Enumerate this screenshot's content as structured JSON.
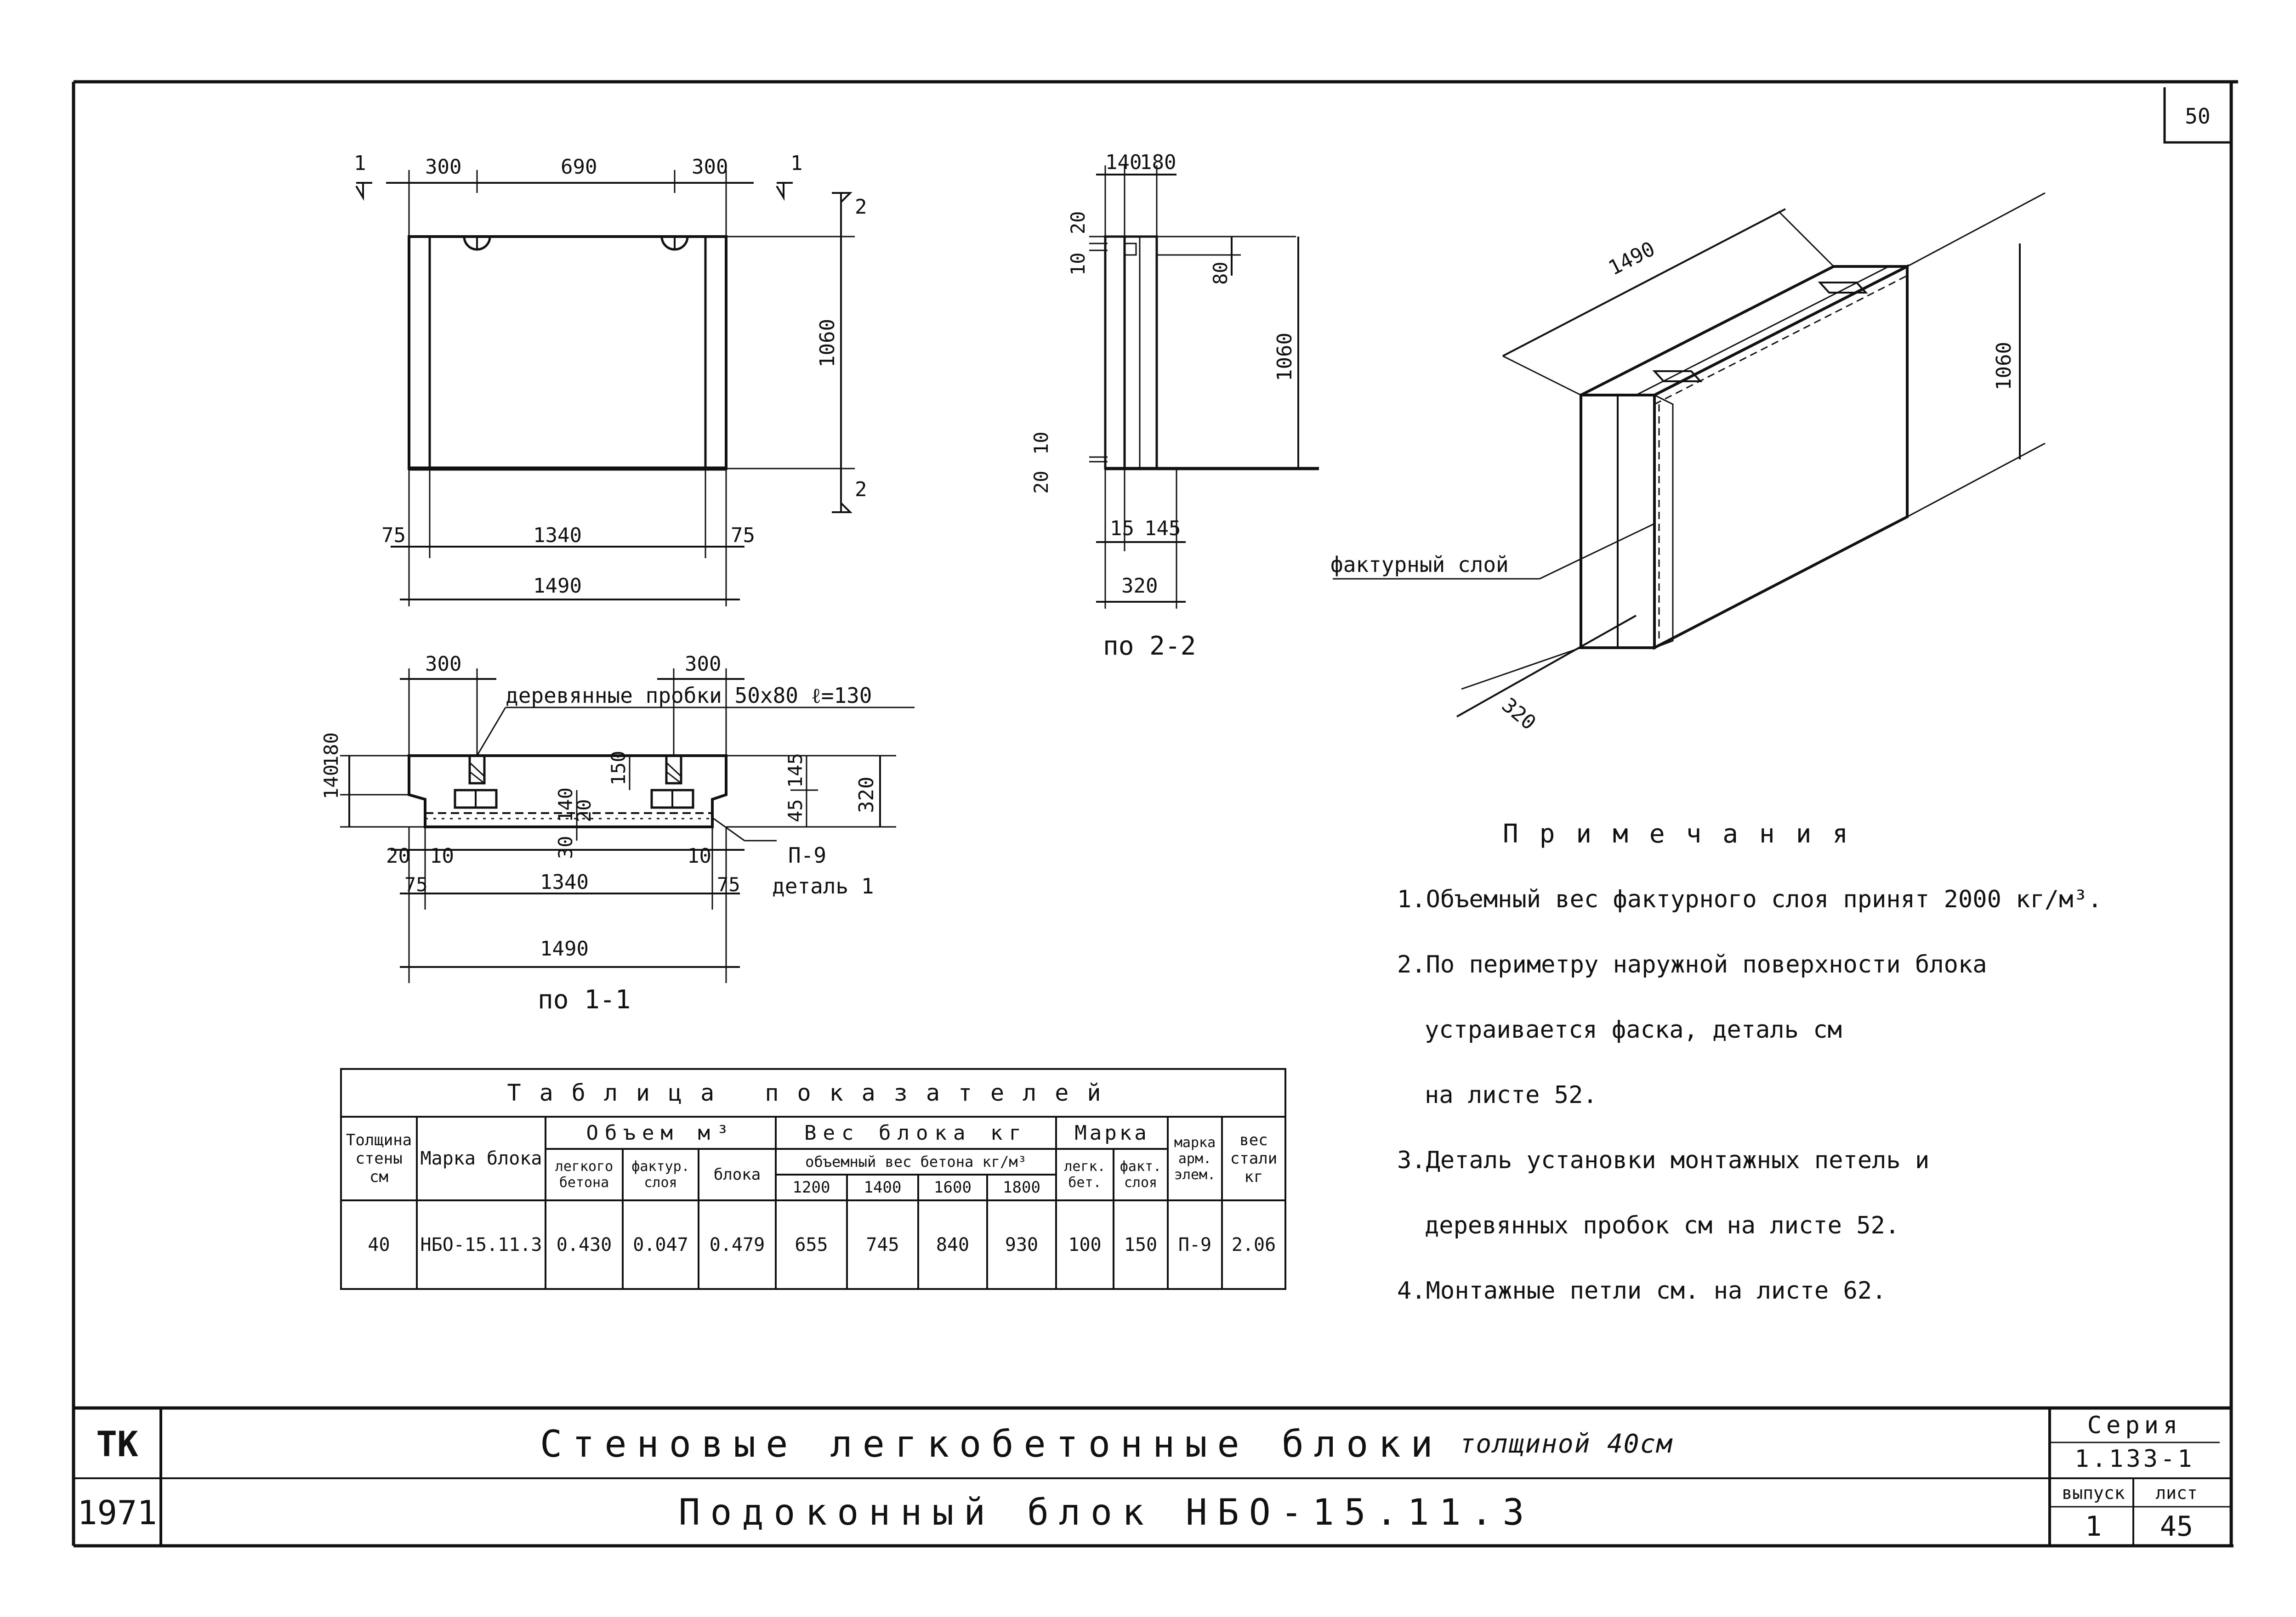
{
  "page_number": "50",
  "front_view": {
    "section_mark_left": "1",
    "section_mark_right": "1",
    "section_mark_top": "2",
    "section_mark_bottom": "2",
    "dims": {
      "top_left": "300",
      "top_middle": "690",
      "top_right": "300",
      "height": "1060",
      "bottom_left": "75",
      "bottom_middle": "1340",
      "bottom_right": "75",
      "overall": "1490"
    }
  },
  "section_2_2": {
    "label": "по 2-2",
    "dims": {
      "top_a": "140",
      "top_b": "180",
      "left_upper_a": "10",
      "left_upper_b": "20",
      "right_small": "80",
      "height": "1060",
      "left_lower_a": "20",
      "left_lower_b": "10",
      "bottom_a": "15",
      "bottom_b": "145",
      "overall": "320"
    }
  },
  "section_1_1": {
    "label": "по 1-1",
    "plugs_label": "деревянные пробки 50х80 ℓ=130",
    "loop_label": "П-9",
    "detail_label": "деталь 1",
    "dims": {
      "top_left": "300",
      "top_right": "300",
      "left_a": "140",
      "left_b": "180",
      "inner_150": "150",
      "inner_145": "145",
      "inner_45": "45",
      "height": "320",
      "inner_30": "30",
      "inner_140": "140",
      "inner_20": "20",
      "bottom_20": "20",
      "bottom_10_left": "10",
      "bottom_10_right": "10",
      "bottom_75_left": "75",
      "bottom_75_right": "75",
      "bottom_middle": "1340",
      "overall": "1490"
    }
  },
  "isometric": {
    "length": "1490",
    "height": "1060",
    "thickness": "320",
    "layer_label": "фактурный слой"
  },
  "notes": {
    "heading": "Примечания",
    "lines": [
      "1.Объемный вес фактурного слоя принят 2000 кг/м³.",
      "2.По периметру наружной поверхности блока",
      "устраивается фаска, деталь см",
      "на листе 52.",
      "3.Деталь установки монтажных петель и",
      "деревянных пробок см на листе 52.",
      "4.Монтажные петли см. на листе 62."
    ]
  },
  "table": {
    "title": "Таблица показателей",
    "headers": {
      "thickness": "Толщина стены см",
      "mark": "Марка блока",
      "volume": "Объем м³",
      "vol_light": "легкого бетона",
      "vol_facing": "фактур. слоя",
      "vol_block": "блока",
      "weight": "Вес блока кг",
      "weight_sub": "объемный вес бетона кг/м³",
      "w1": "1200",
      "w2": "1400",
      "w3": "1600",
      "w4": "1800",
      "grade": "Марка",
      "grade_light": "легк. бет.",
      "grade_facing": "факт. слоя",
      "rebar": "марка арм. элем.",
      "steel": "вес стали кг"
    },
    "row": {
      "thickness": "40",
      "mark": "НБО-15.11.3",
      "vol_light": "0.430",
      "vol_facing": "0.047",
      "vol_block": "0.479",
      "w1": "655",
      "w2": "745",
      "w3": "840",
      "w4": "930",
      "grade_light": "100",
      "grade_facing": "150",
      "rebar": "П-9",
      "steel": "2.06"
    }
  },
  "title_block": {
    "org": "ТК",
    "year": "1971",
    "title": "Стеновые легкобетонные блоки",
    "title_thickness": "толщиной 40см",
    "subtitle": "Подоконный блок НБО-15.11.3",
    "series_label": "Серия",
    "series_value": "1.133-1",
    "issue_label": "выпуск",
    "issue_value": "1",
    "sheet_label": "лист",
    "sheet_value": "45"
  }
}
